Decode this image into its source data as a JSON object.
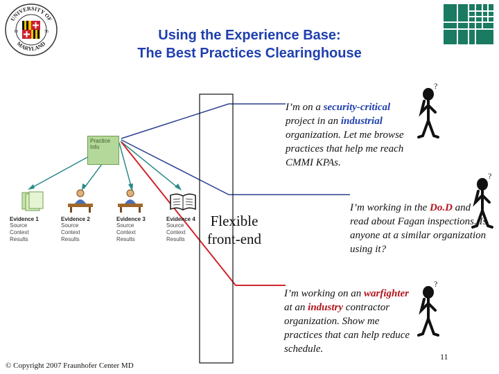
{
  "title": {
    "line1": "Using the Experience Base:",
    "line2": "The Best Practices Clearinghouse"
  },
  "logo": {
    "text_top": "UNIVERSITY OF",
    "text_bottom": "MARYLAND",
    "year_left": "18",
    "year_right": "56"
  },
  "practice_box": {
    "line1": "Practice",
    "line2": "Info"
  },
  "evidence": [
    {
      "label": "Evidence 1",
      "lines": [
        "Source",
        "Context",
        "Results"
      ]
    },
    {
      "label": "Evidence 2",
      "lines": [
        "Source",
        "Context",
        "Results"
      ]
    },
    {
      "label": "Evidence 3",
      "lines": [
        "Source",
        "Context",
        "Results"
      ]
    },
    {
      "label": "Evidence 4",
      "lines": [
        "Source",
        "Context",
        "Results"
      ]
    }
  ],
  "frontend": {
    "line1": "Flexible",
    "line2": "front-end"
  },
  "quotes": {
    "q1": {
      "pre": "I’m on a ",
      "hl1": "security-critical",
      "mid1": " project in an ",
      "hl2": "industrial",
      "post": " organization. Let me browse practices that help me reach CMMI KPAs."
    },
    "q2": {
      "pre": "I’m working in the ",
      "hl1": "Do.D",
      "post": " and read about Fagan inspections. Is anyone at a similar organization using it?"
    },
    "q3": {
      "pre": "I’m working on an ",
      "hl1": "warfighter",
      "mid1": " at an ",
      "hl2": "industry",
      "post": " contractor organization. Show me practices that can help reduce schedule."
    }
  },
  "footer": {
    "copyright": "© Copyright 2007 Fraunhofer Center MD",
    "page_number": "11"
  },
  "colors": {
    "title_blue": "#1f3fae",
    "highlight_red": "#b3141c",
    "line_blue": "#2a3f8f",
    "line_red": "#d0242b",
    "line_teal": "#2a8a86",
    "practice_green": "#b4d89a"
  }
}
